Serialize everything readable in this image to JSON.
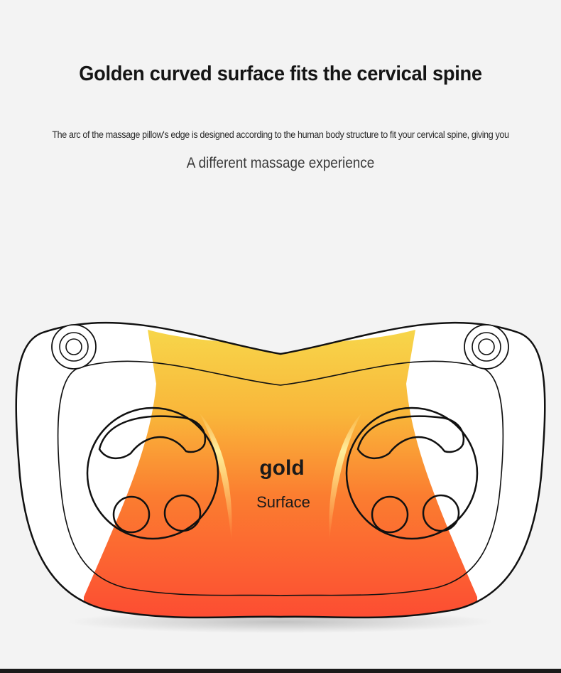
{
  "header": {
    "title": "Golden curved surface fits the cervical spine",
    "description": "The arc of the massage pillow's edge is designed according to the human body structure to fit your cervical spine, giving you",
    "subtitle": "A different massage experience"
  },
  "illustration": {
    "label_primary": "gold",
    "label_secondary": "Surface",
    "colors": {
      "background": "#f3f3f3",
      "outline": "#111111",
      "warm_top": "#f7d64a",
      "warm_mid": "#fb8a2e",
      "warm_bottom": "#fd4a33"
    }
  }
}
